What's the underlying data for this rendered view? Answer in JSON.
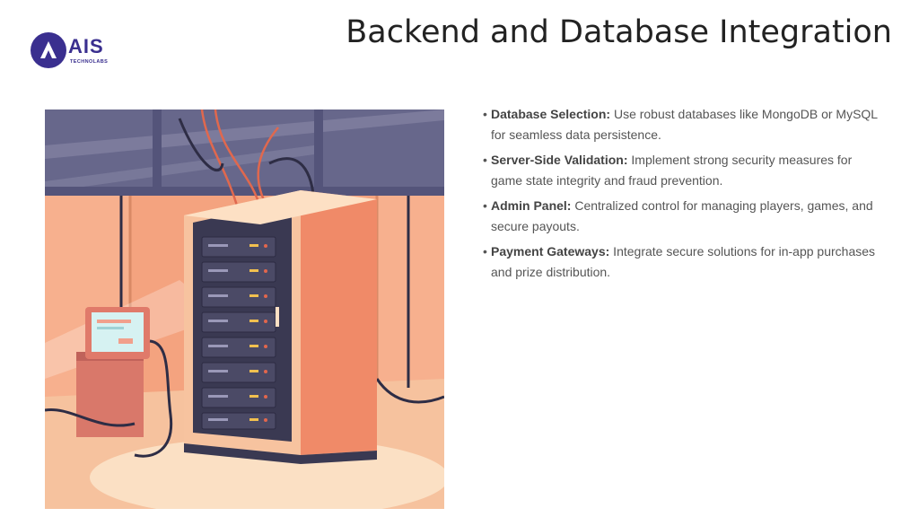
{
  "header": {
    "logo_text": "AIS",
    "logo_subtext": "TECHNOLABS",
    "title": "Backend and Database Integration"
  },
  "illustration": {
    "icon": "server-rack-illustration"
  },
  "bullets": [
    {
      "term": "Database Selection:",
      "text": " Use robust databases like MongoDB or MySQL for seamless data persistence."
    },
    {
      "term": "Server-Side Validation:",
      "text": " Implement strong security measures for game state integrity and fraud prevention."
    },
    {
      "term": "Admin Panel:",
      "text": " Centralized control for managing players, games, and secure payouts."
    },
    {
      "term": "Payment Gateways:",
      "text": " Integrate secure solutions for in-app purchases and prize distribution."
    }
  ],
  "colors": {
    "brand": "#3a2f8f",
    "illustration_bg": "#f4a37f",
    "ceiling": "#6b6a8e"
  }
}
